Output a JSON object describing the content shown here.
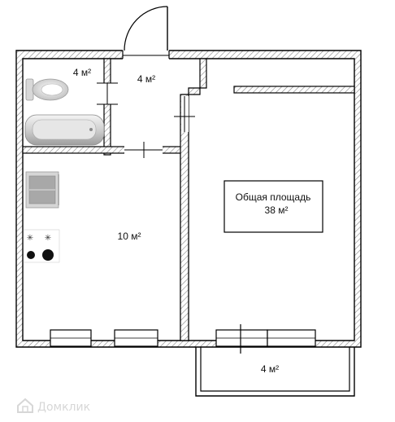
{
  "rooms": {
    "bathroom": {
      "area": "4 м²"
    },
    "hall": {
      "area": "4 м²"
    },
    "kitchen": {
      "area": "10 м²"
    },
    "balcony": {
      "area": "4 м²"
    }
  },
  "total": {
    "label": "Общая площадь",
    "value": "38 м²"
  },
  "watermark": {
    "text": "Домклик"
  },
  "colors": {
    "wall": "#000000",
    "hatch": "#9a9a9a",
    "background": "#ffffff",
    "fixture": "#cfcfcf",
    "watermark": "#d7d7d7"
  }
}
